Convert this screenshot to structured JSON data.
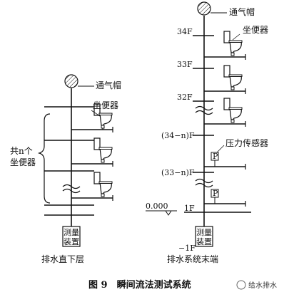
{
  "left_system": {
    "vent_cap_label": "通气帽",
    "toilet_label": "坐便器",
    "group_label_lines": [
      "共n个",
      "坐便器"
    ],
    "meter_label_lines": [
      "测量",
      "装置"
    ],
    "caption": "排水直下层"
  },
  "right_system": {
    "vent_cap_label": "通气帽",
    "toilet_label": "坐便器",
    "floor_labels": [
      "34F",
      "33F",
      "32F",
      "(34−n)F",
      "(33−n)F",
      "1F",
      "−1F"
    ],
    "pressure_sensor_label": "压力传感器",
    "sensor_symbol": "P",
    "ground_level": "0.000",
    "meter_label_lines": [
      "测量",
      "装置"
    ],
    "caption": "排水系统末端"
  },
  "figure_caption": "图 9　瞬间流法测试系统",
  "watermark": "给水排水"
}
